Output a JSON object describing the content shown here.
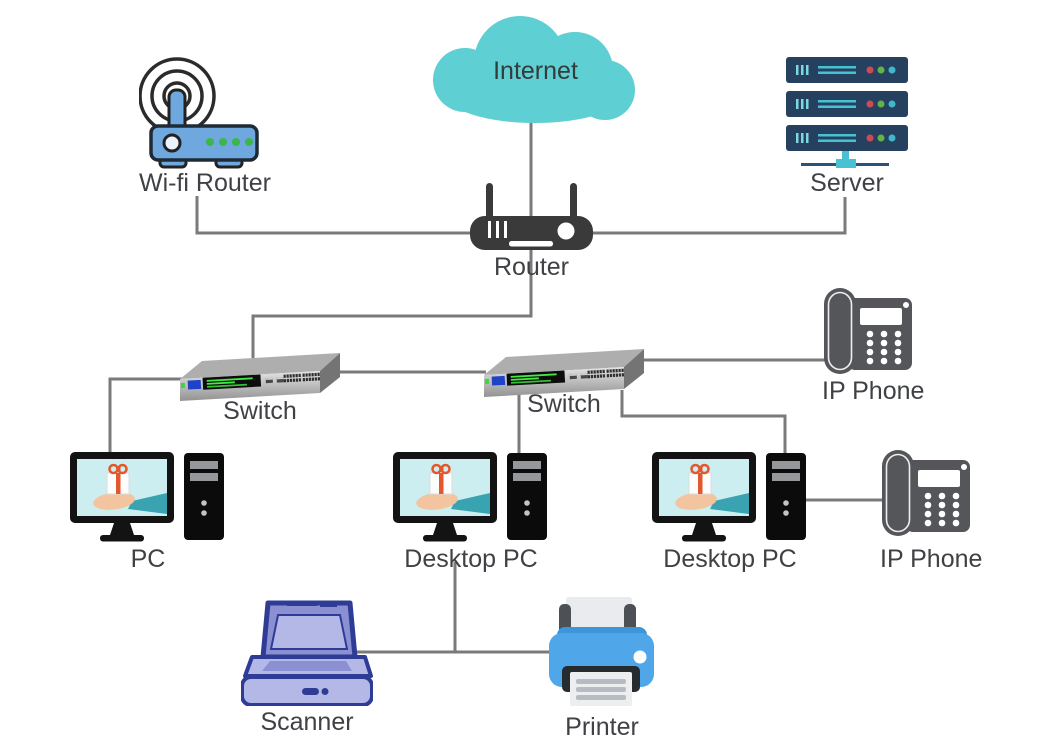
{
  "diagram": {
    "type": "network-topology",
    "nodes": {
      "internet": {
        "label": "Internet",
        "kind": "internet-cloud"
      },
      "wifi_router": {
        "label": "Wi-fi Router",
        "kind": "wireless-router"
      },
      "server": {
        "label": "Server",
        "kind": "server-rack"
      },
      "router": {
        "label": "Router",
        "kind": "router"
      },
      "switch_left": {
        "label": "Switch",
        "kind": "network-switch"
      },
      "switch_right": {
        "label": "Switch",
        "kind": "network-switch"
      },
      "ip_phone_top": {
        "label": "IP Phone",
        "kind": "ip-phone"
      },
      "pc": {
        "label": "PC",
        "kind": "desktop-computer"
      },
      "desktop_pc_center": {
        "label": "Desktop PC",
        "kind": "desktop-computer"
      },
      "desktop_pc_right": {
        "label": "Desktop PC",
        "kind": "desktop-computer"
      },
      "ip_phone_bottom": {
        "label": "IP Phone",
        "kind": "ip-phone"
      },
      "scanner": {
        "label": "Scanner",
        "kind": "flatbed-scanner"
      },
      "printer": {
        "label": "Printer",
        "kind": "printer"
      }
    },
    "edges": [
      {
        "from": "internet",
        "to": "router"
      },
      {
        "from": "wifi_router",
        "to": "router"
      },
      {
        "from": "server",
        "to": "router"
      },
      {
        "from": "router",
        "to": "switch_left"
      },
      {
        "from": "switch_left",
        "to": "switch_right"
      },
      {
        "from": "switch_left",
        "to": "pc"
      },
      {
        "from": "switch_right",
        "to": "ip_phone_top"
      },
      {
        "from": "switch_right",
        "to": "desktop_pc_center"
      },
      {
        "from": "switch_right",
        "to": "desktop_pc_right"
      },
      {
        "from": "desktop_pc_right",
        "to": "ip_phone_bottom"
      },
      {
        "from": "desktop_pc_center",
        "to": "scanner"
      },
      {
        "from": "desktop_pc_center",
        "to": "printer"
      }
    ],
    "colors": {
      "cloud": "#5ecfd2",
      "line": "#7a7a7a",
      "label_text": "#3f4144",
      "wifi_router_blue": "#6fa8de",
      "server_navy": "#25415f",
      "server_teal": "#48c2d2",
      "router_dark": "#3a3a3a",
      "switch_gray": "#aeaeae",
      "phone_gray": "#55565a",
      "screen_cyan": "#cdeef1",
      "gift_ribbon_orange": "#e4562c",
      "scanner_navy": "#2f3c96",
      "scanner_light": "#b4b8e6",
      "scanner_mid": "#8b90d2",
      "printer_blue": "#4fa7ea",
      "led_green": "#3cb54a",
      "led_red": "#cf4956"
    }
  }
}
